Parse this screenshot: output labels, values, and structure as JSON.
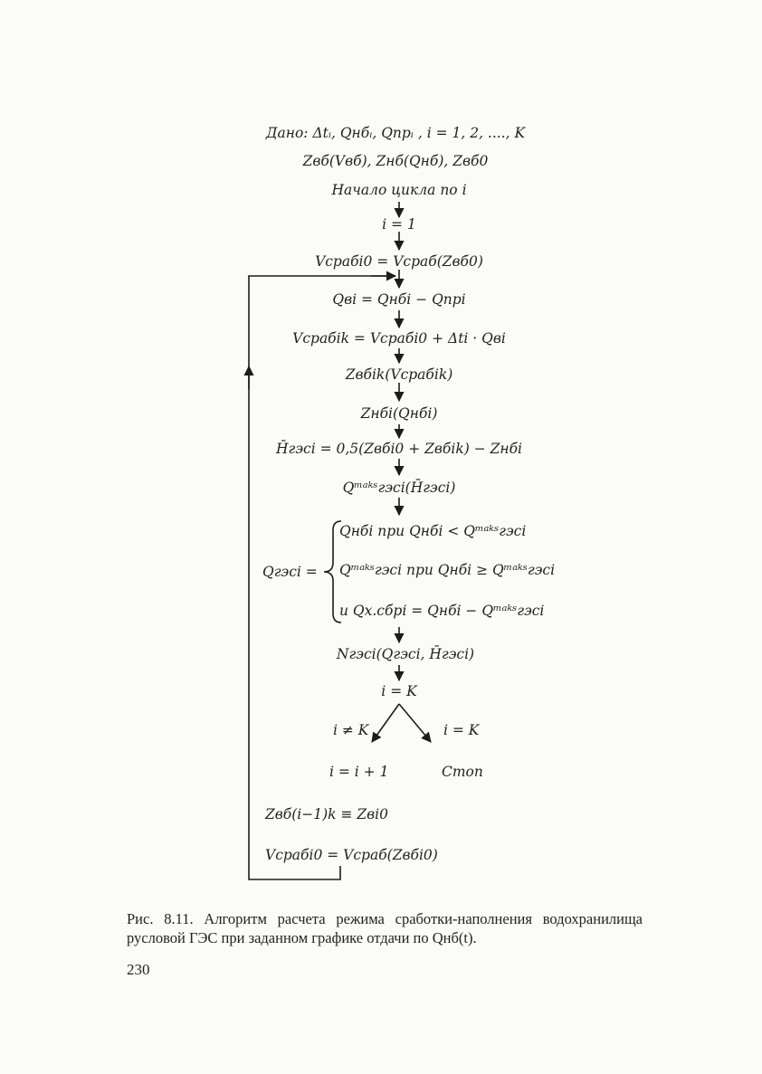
{
  "flow": {
    "given1": "Дано: Δtᵢ, Qнбᵢ, Qпрᵢ , i = 1, 2, ...., K",
    "given2": "Zвб(Vвб), Zнб(Qнб), Zвб0",
    "loop_start": "Начало цикла по i",
    "init_i": "i = 1",
    "v_start": "Vсрабi0 = Vсраб(Zвб0)",
    "q_vi": "Qвi = Qнбi − Qпрi",
    "v_end": "Vсрабik = Vсрабi0 + Δti · Qвi",
    "z_end": "Zвбik(Vсрабik)",
    "z_nb": "Zнбi(Qнбi)",
    "h_avg": "H̄гэсi = 0,5(Zвбi0 + Zвбik) − Zнбi",
    "q_max": "Qᵐᵃᵏˢгэсi(H̄гэсi)",
    "q_ges_label": "Qгэсi =",
    "cond1": "Qнбi при Qнбi < Qᵐᵃᵏˢгэсi",
    "cond2": "Qᵐᵃᵏˢгэсi при Qнбi ≥ Qᵐᵃᵏˢгэсi",
    "cond3": "и Qх.сбрi = Qнбi − Qᵐᵃᵏˢгэсi",
    "n_ges": "Nгэсi(Qгэсi, H̄гэсi)",
    "check": "i = K",
    "branch_no": "i ≠ K",
    "branch_yes": "i = K",
    "increment": "i = i + 1",
    "stop": "Стоп",
    "z_next": "Zвб(i−1)k ≡ Zвi0",
    "v_next": "Vсрабi0 = Vсраб(Zвбi0)"
  },
  "caption": "Рис. 8.11. Алгоритм расчета режима сработки-наполнения водохранилища русловой ГЭС при заданном графике отдачи по Qнб(t).",
  "page_number": "230"
}
